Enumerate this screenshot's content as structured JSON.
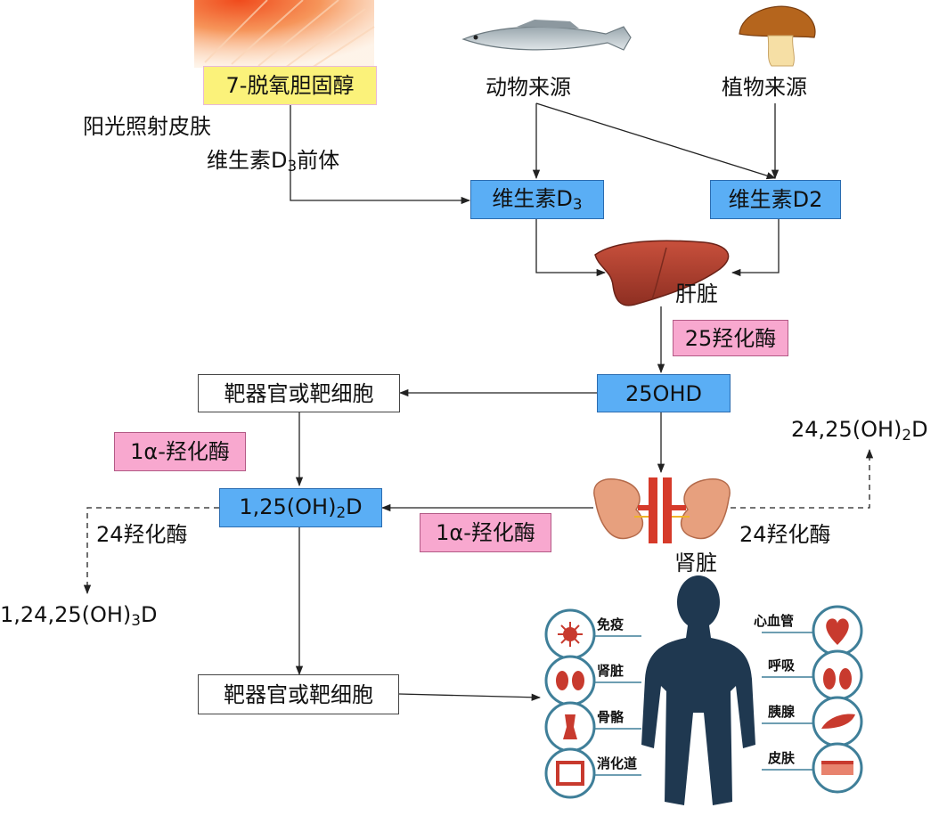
{
  "sources": {
    "dehydrocholesterol": "7-脱氧胆固醇",
    "sunlight": "阳光照射皮肤",
    "precursor": {
      "main": "维生素D",
      "sub": "3",
      "suffix": "前体"
    },
    "animal": "动物来源",
    "plant": "植物来源"
  },
  "vitamins": {
    "d3": {
      "main": "维生素D",
      "sub": "3"
    },
    "d2": "维生素D2"
  },
  "liver": {
    "label": "肝脏",
    "enzyme": "25羟化酶"
  },
  "hydroxy25": "25OHD",
  "target_top": "靶器官或靶细胞",
  "enzyme_1a_left": "1α-羟化酶",
  "calcitriol": {
    "pre": "1,25(OH)",
    "sub": "2",
    "post": "D"
  },
  "enzyme_1a_mid": "1α-羟化酶",
  "enzyme_24_left": "24羟化酶",
  "product_124": {
    "pre": "1,24,25(OH)",
    "sub": "3",
    "post": "D"
  },
  "kidney": {
    "label": "肾脏",
    "enzyme_right": "24羟化酶"
  },
  "product_2425": {
    "pre": "24,25(OH)",
    "sub": "2",
    "post": "D"
  },
  "target_bottom": "靶器官或靶细胞",
  "organs_left": [
    "免疫",
    "肾脏",
    "骨骼",
    "消化道"
  ],
  "organs_right": [
    "心血管",
    "呼吸",
    "胰腺",
    "皮肤"
  ],
  "colors": {
    "blue_box": "#5aaef5",
    "pink_box": "#f8a8cf",
    "yellow_box": "#fbf27a",
    "body": "#1f3850",
    "icon_ring": "#3f7f99",
    "organ_red": "#c83a2e"
  }
}
